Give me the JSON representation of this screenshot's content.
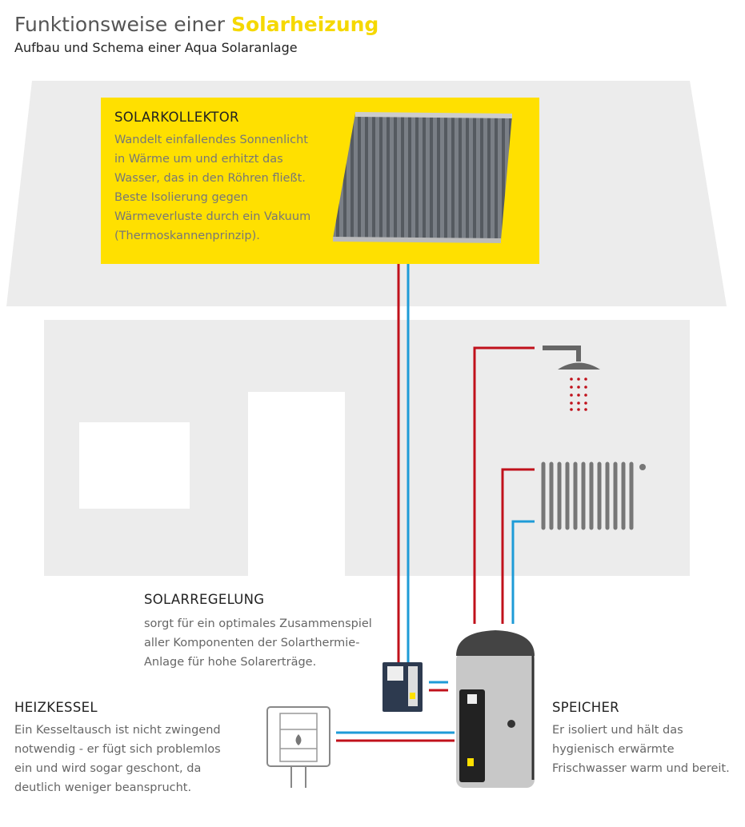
{
  "header": {
    "title_prefix": "Funktionsweise einer ",
    "title_highlight": "Solarheizung",
    "subtitle": "Aufbau und Schema einer Aqua Solaranlage"
  },
  "collector": {
    "title": "SOLARKOLLEKTOR",
    "lines": [
      "Wandelt einfallendes Sonnenlicht",
      "in Wärme um und erhitzt das",
      "Wasser, das in den Röhren fließt.",
      "Beste Isolierung gegen",
      "Wärmeverluste durch ein Vakuum",
      "(Thermoskannenprinzip)."
    ]
  },
  "controller": {
    "title": "SOLARREGELUNG",
    "lines": [
      "sorgt für ein optimales Zusammenspiel",
      "aller Komponenten der Solarthermie-",
      "Anlage für hohe Solarerträge."
    ]
  },
  "boiler": {
    "title": "HEIZKESSEL",
    "lines": [
      "Ein Kesseltausch ist nicht zwingend",
      "notwendig - er fügt sich problemlos",
      "ein und wird sogar geschont, da",
      "deutlich weniger beansprucht."
    ]
  },
  "storage": {
    "title": "SPEICHER",
    "lines": [
      "Er isoliert und hält das",
      "hygienisch erwärmte",
      "Frischwasser warm und bereit."
    ]
  },
  "colors": {
    "accent": "#ffe000",
    "hot": "#c0111b",
    "cold": "#1e9bd7",
    "house": "#ececec"
  }
}
